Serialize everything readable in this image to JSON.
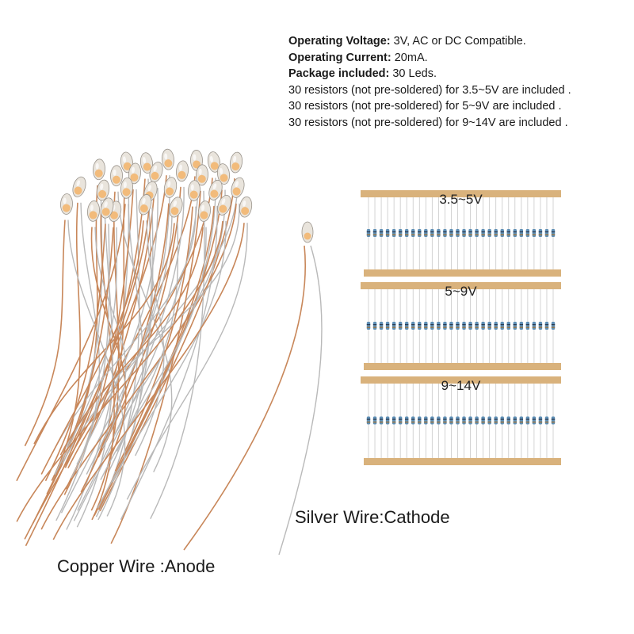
{
  "specs": {
    "voltage_label": "Operating Voltage:",
    "voltage_value": " 3V, AC or DC Compatible.",
    "current_label": "Operating Current:",
    "current_value": " 20mA.",
    "package_label": "Package included:",
    "package_value": " 30 Leds.",
    "resistor_lines": [
      "30 resistors (not pre-soldered) for 3.5~5V are included .",
      "30 resistors (not pre-soldered) for 5~9V are included .",
      "30 resistors (not pre-soldered) for 9~14V are included ."
    ]
  },
  "resistor_strips": [
    {
      "label": "3.5~5V",
      "count": 30
    },
    {
      "label": "5~9V",
      "count": 30
    },
    {
      "label": "9~14V",
      "count": 30
    }
  ],
  "led_count": 30,
  "captions": {
    "copper": "Copper Wire :Anode",
    "silver": "Silver Wire:Cathode"
  },
  "colors": {
    "copper": "#c8875a",
    "silver": "#b9b9b9",
    "tape": "#d9b27c",
    "resistor_body": "#5f8fb5",
    "led_glow": "#f3b46a"
  }
}
